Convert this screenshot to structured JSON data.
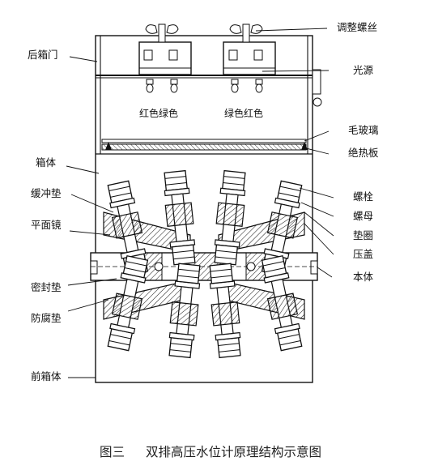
{
  "labels": {
    "left": {
      "rear_door": "后箱门",
      "box_body": "箱体",
      "buffer_pad": "缓冲垫",
      "plane_mirror": "平面镜",
      "seal_gasket": "密封垫",
      "anticorrosion_pad": "防腐垫",
      "front_box": "前箱体"
    },
    "right": {
      "adjust_screw": "调整螺丝",
      "light_source": "光源",
      "frosted_glass": "毛玻璃",
      "insulation_plate": "绝热板",
      "bolt": "螺栓",
      "nut": "螺母",
      "washer": "垫圈",
      "gland": "压盖",
      "main_body": "本体"
    },
    "inner": {
      "left_colors": "红色绿色",
      "right_colors": "绿色红色"
    }
  },
  "caption": {
    "number": "图三",
    "title": "双排高压水位计原理结构示意图"
  }
}
